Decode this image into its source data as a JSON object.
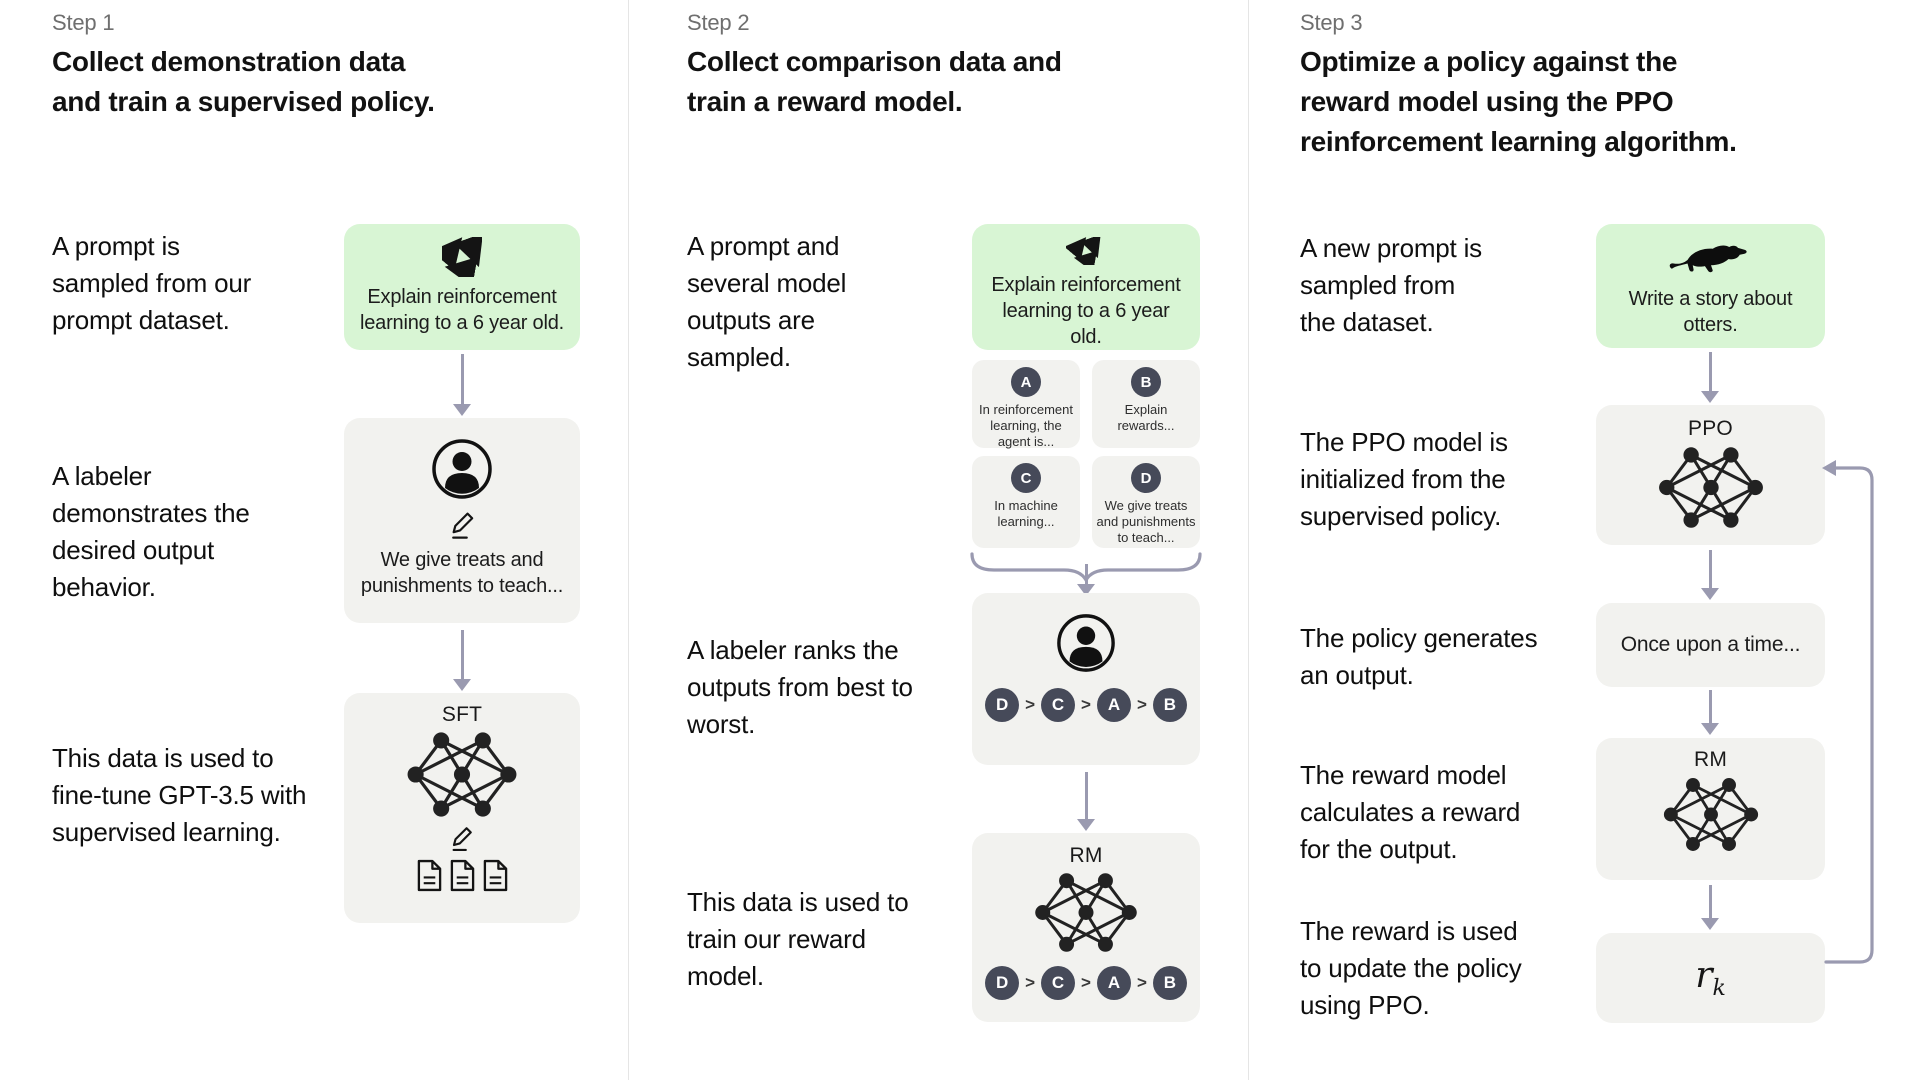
{
  "diagram_title_implicit": "Reinforcement learning from human feedback training pipeline",
  "colors": {
    "prompt_box": "#d8f5d4",
    "node_box": "#f2f2ef",
    "badge": "#464a59",
    "arrow": "#9a9ab0",
    "divider": "#e5e5e5"
  },
  "separator": ">",
  "steps": [
    {
      "label": "Step 1",
      "title": "Collect demonstration data and train a supervised policy.",
      "annotations": [
        "A prompt is sampled from our prompt dataset.",
        "A labeler demonstrates the desired output behavior.",
        "This data is used to fine-tune GPT-3.5 with supervised learning."
      ],
      "prompt_text": "Explain reinforcement learning to a 6 year old.",
      "labeler_text": "We give treats and punishments to teach...",
      "model_label": "SFT",
      "icons": [
        "cycle-icon",
        "person-icon",
        "pencil-icon",
        "network-icon",
        "documents-icon"
      ]
    },
    {
      "label": "Step 2",
      "title": "Collect comparison data and train a reward model.",
      "annotations": [
        "A prompt and several model outputs are sampled.",
        "A labeler ranks the outputs from best to worst.",
        "This data is used to train our reward model."
      ],
      "prompt_text": "Explain reinforcement learning to a 6 year old.",
      "outputs": [
        {
          "id": "A",
          "text": "In reinforcement learning, the agent is..."
        },
        {
          "id": "B",
          "text": "Explain rewards..."
        },
        {
          "id": "C",
          "text": "In machine learning..."
        },
        {
          "id": "D",
          "text": "We give treats and punishments to teach..."
        }
      ],
      "ranking": [
        "D",
        "C",
        "A",
        "B"
      ],
      "model_label": "RM",
      "icons": [
        "cycle-icon",
        "person-icon",
        "network-icon",
        "brace-icon"
      ]
    },
    {
      "label": "Step 3",
      "title": "Optimize a policy against the reward model using the PPO reinforcement learning algorithm.",
      "annotations": [
        "A new prompt is sampled from the dataset.",
        "The PPO model is initialized from the supervised policy.",
        "The policy generates an output.",
        "The reward model calculates a reward for the output.",
        "The reward is used to update the policy using PPO."
      ],
      "prompt_text": "Write a story about otters.",
      "policy_label": "PPO",
      "output_text": "Once upon a time...",
      "reward_model_label": "RM",
      "reward_symbol": "r",
      "reward_subscript": "k",
      "icons": [
        "otter-icon",
        "network-icon",
        "feedback-loop-arrow"
      ]
    }
  ]
}
